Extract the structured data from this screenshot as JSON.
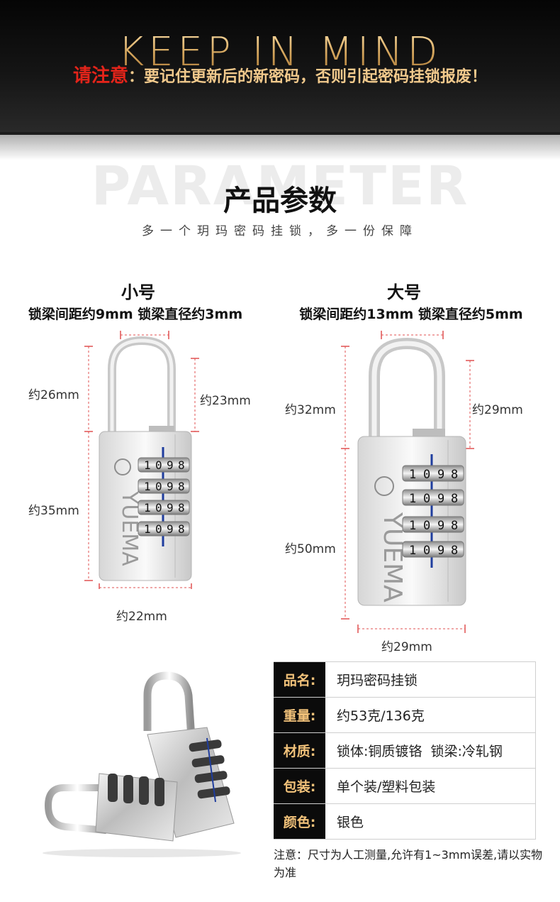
{
  "banner": {
    "headline": "KEEP IN MIND",
    "notice_label": "请注意",
    "notice_sep": "：",
    "notice_text": "要记住更新后的新密码，否则引起密码挂锁报废！"
  },
  "section": {
    "watermark": "PARAMETER",
    "title": "产品参数",
    "subtitle": "多一个玥玛密码挂锁，多一份保障"
  },
  "small_lock": {
    "title": "小号",
    "desc": "锁梁间距约9mm 锁梁直径约3mm",
    "dim_total_shackle": "约26mm",
    "dim_inner_shackle": "约23mm",
    "dim_body_height": "约35mm",
    "dim_width": "约22mm",
    "brand": "YUEMA",
    "dial_digits": [
      "1",
      "0",
      "9",
      "8"
    ]
  },
  "large_lock": {
    "title": "大号",
    "desc": "锁梁间距约13mm 锁梁直径约5mm",
    "dim_total_shackle": "约32mm",
    "dim_inner_shackle": "约29mm",
    "dim_body_height": "约50mm",
    "dim_width": "约29mm",
    "brand": "YUEMA",
    "dial_digits": [
      "1",
      "0",
      "9",
      "8"
    ]
  },
  "specs": [
    {
      "key": "品名:",
      "value": "玥玛密码挂锁"
    },
    {
      "key": "重量:",
      "value": "约53克/136克"
    },
    {
      "key": "材质:",
      "value": "锁体:铜质镀铬  锁梁:冷轧钢"
    },
    {
      "key": "包装:",
      "value": "单个装/塑料包装"
    },
    {
      "key": "颜色:",
      "value": "银色"
    }
  ],
  "note": "注意：尺寸为人工测量,允许有1~3mm误差,请以实物为准",
  "colors": {
    "accent_red": "#e3241a",
    "accent_gold": "#f2c27a",
    "dim_line_red": "#e05050",
    "dial_blue": "#1f3d9e"
  }
}
